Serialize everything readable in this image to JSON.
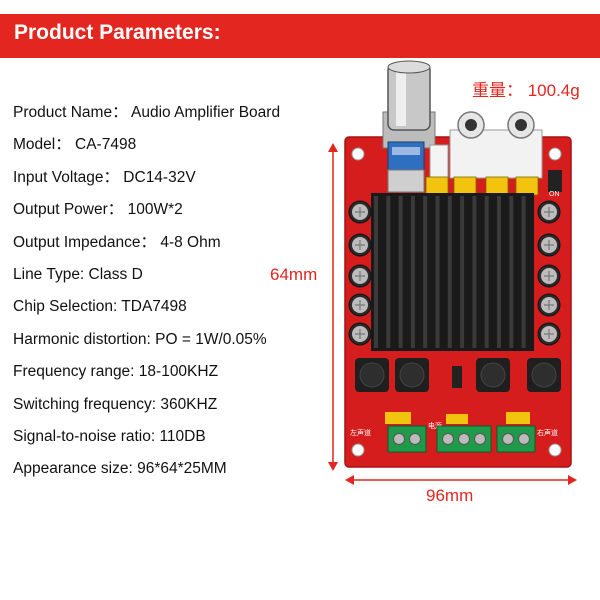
{
  "banner": {
    "title": "Product Parameters:"
  },
  "specs": [
    "Product Name： Audio Amplifier Board",
    "Model： CA-7498",
    "Input Voltage： DC14-32V",
    "Output Power： 100W*2",
    "Output Impedance： 4-8 Ohm",
    "Line Type: Class D",
    "Chip Selection: TDA7498",
    "Harmonic distortion: PO = 1W/0.05%",
    "Frequency range: 18-100KHZ",
    "Switching frequency: 360KHZ",
    "Signal-to-noise ratio: 110DB",
    "Appearance size: 96*64*25MM"
  ],
  "weight": "重量： 100.4g",
  "dimensions": {
    "height": "64mm",
    "width": "96mm"
  },
  "board_labels": {
    "left_channel": "左声道",
    "power": "电源",
    "right_channel": "右声道",
    "switch_on": "ON"
  },
  "colors": {
    "accent": "#e3261f",
    "board": "#d61d1d",
    "heatsink": "#1a1a1a"
  }
}
